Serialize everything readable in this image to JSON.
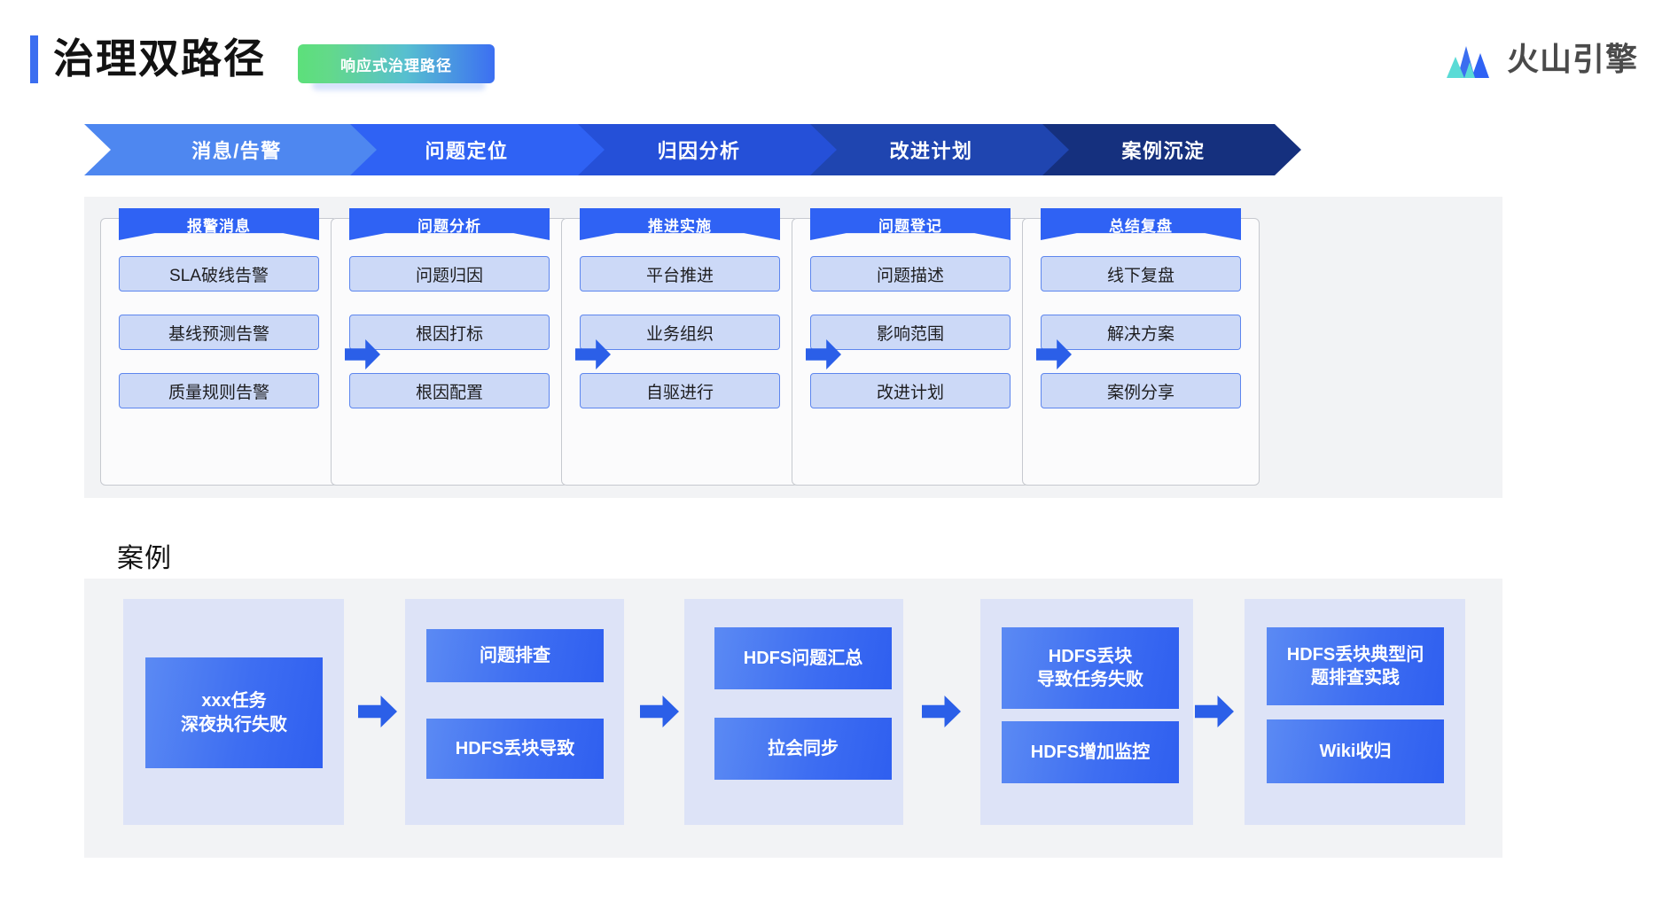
{
  "header": {
    "title": "治理双路径",
    "badge": "响应式治理路径",
    "logo_text": "火山引擎",
    "logo_icon": "volcano-mountain-icon",
    "accent": "#3b6ef0"
  },
  "stages": [
    {
      "label": "消息/告警",
      "color": "#4e87f0"
    },
    {
      "label": "问题定位",
      "color": "#2f62f4"
    },
    {
      "label": "归因分析",
      "color": "#2550d8"
    },
    {
      "label": "改进计划",
      "color": "#1f45b0"
    },
    {
      "label": "案例沉淀",
      "color": "#15307e"
    }
  ],
  "cards": [
    {
      "title": "报警消息",
      "items": [
        "SLA破线告警",
        "基线预测告警",
        "质量规则告警"
      ]
    },
    {
      "title": "问题分析",
      "items": [
        "问题归因",
        "根因打标",
        "根因配置"
      ]
    },
    {
      "title": "推进实施",
      "items": [
        "平台推进",
        "业务组织",
        "自驱进行"
      ]
    },
    {
      "title": "问题登记",
      "items": [
        "问题描述",
        "影响范围",
        "改进计划"
      ]
    },
    {
      "title": "总结复盘",
      "items": [
        "线下复盘",
        "解决方案",
        "案例分享"
      ]
    }
  ],
  "case": {
    "heading": "案例",
    "columns": [
      {
        "boxes": [
          {
            "lines": [
              "xxx任务",
              "深夜执行失败"
            ]
          }
        ]
      },
      {
        "boxes": [
          {
            "lines": [
              "问题排查"
            ]
          },
          {
            "lines": [
              "HDFS丢块导致"
            ]
          }
        ]
      },
      {
        "boxes": [
          {
            "lines": [
              "HDFS问题汇总"
            ]
          },
          {
            "lines": [
              "拉会同步"
            ]
          }
        ]
      },
      {
        "boxes": [
          {
            "lines": [
              "HDFS丢块",
              "导致任务失败"
            ]
          },
          {
            "lines": [
              "HDFS增加监控"
            ]
          }
        ]
      },
      {
        "boxes": [
          {
            "lines": [
              "HDFS丢块典型问",
              "题排查实践"
            ]
          },
          {
            "lines": [
              "Wiki收归"
            ]
          }
        ]
      }
    ]
  },
  "arrow_color": "#2b5fe8"
}
